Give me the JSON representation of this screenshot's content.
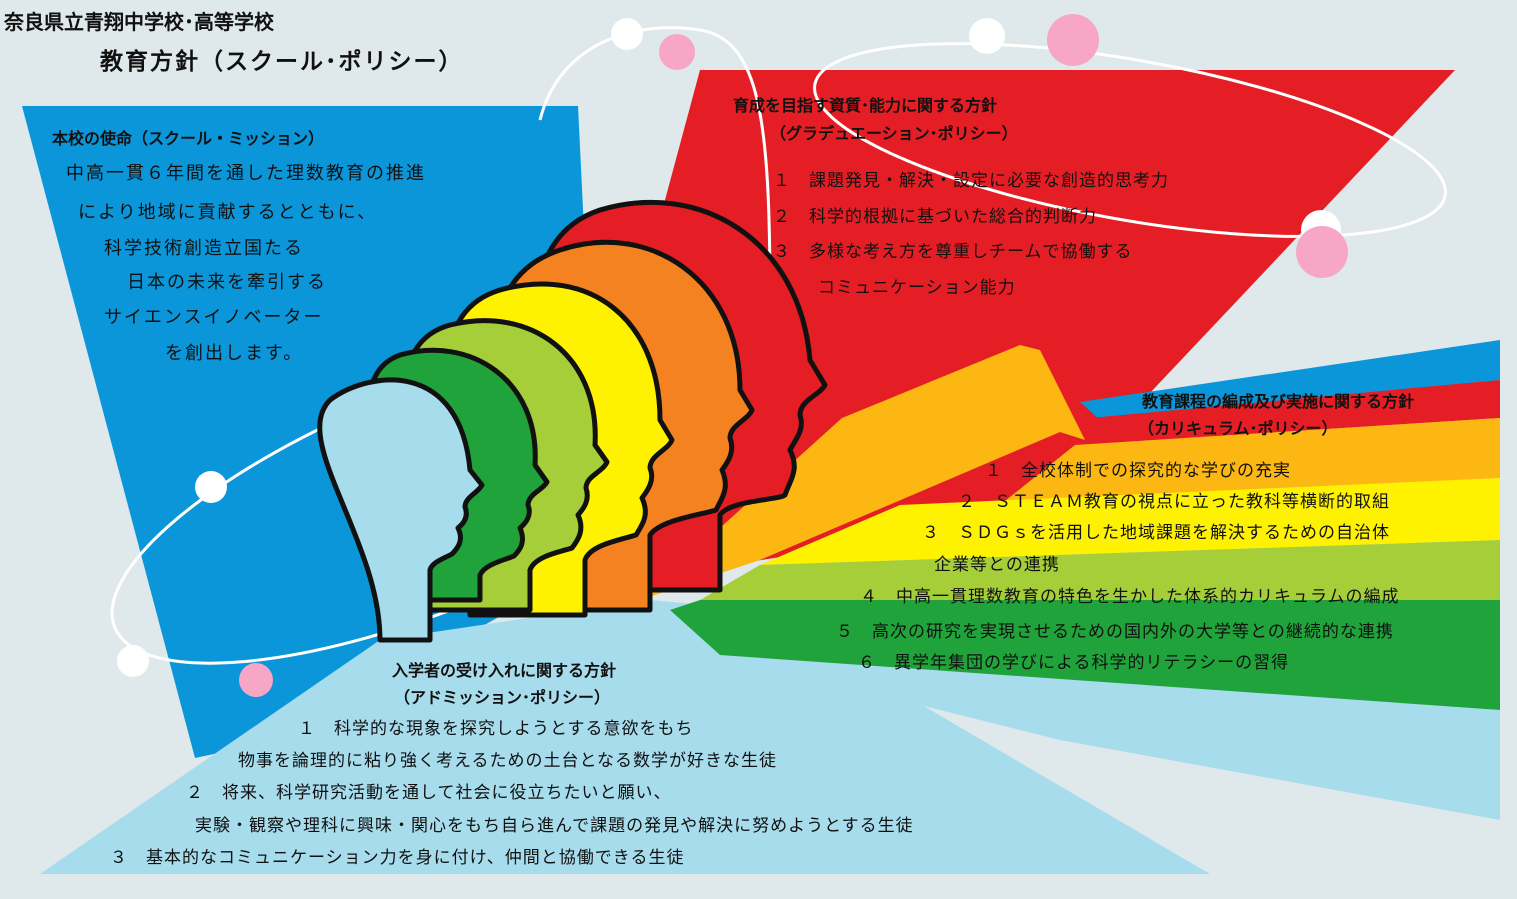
{
  "header": {
    "school": "奈良県立青翔中学校･高等学校",
    "title": "教育方針（スクール･ポリシー）"
  },
  "mission": {
    "heading": "本校の使命（スクール・ミッション）",
    "lines": [
      "中高一貫６年間を通した理数教育の推進",
      "により地域に貢献するとともに、",
      "科学技術創造立国たる",
      "日本の未来を牽引する",
      "サイエンスイノベーター",
      "を創出します。"
    ]
  },
  "graduation": {
    "heading": "育成を目指す資質･能力に関する方針",
    "subheading": "（グラデュエーション･ポリシー）",
    "items": [
      "１　課題発見・解決・設定に必要な創造的思考力",
      "２　科学的根拠に基づいた総合的判断力",
      "３　多様な考え方を尊重しチームで協働する",
      "コミュニケーション能力"
    ]
  },
  "curriculum": {
    "heading": "教育課程の編成及び実施に関する方針",
    "subheading": "（カリキュラム･ポリシー）",
    "items": [
      "１　全校体制での探究的な学びの充実",
      "２　ＳＴＥＡＭ教育の視点に立った教科等横断的取組",
      "３　ＳＤＧｓを活用した地域課題を解決するための自治体",
      "企業等との連携",
      "４　中高一貫理数教育の特色を生かした体系的カリキュラムの編成",
      "５　高次の研究を実現させるための国内外の大学等との継続的な連携",
      "６　異学年集団の学びによる科学的リテラシーの習得"
    ]
  },
  "admission": {
    "heading": "入学者の受け入れに関する方針",
    "subheading": "（アドミッション･ポリシー）",
    "items": [
      "１　科学的な現象を探究しようとする意欲をもち",
      "物事を論理的に粘り強く考えるための土台となる数学が好きな生徒",
      "２　将来、科学研究活動を通して社会に役立ちたいと願い、",
      "実験・観察や理科に興味・関心をもち自ら進んで課題の発見や解決に努めようとする生徒",
      "３　基本的なコミュニケーション力を身に付け、仲間と協働できる生徒"
    ]
  },
  "colors": {
    "background": "#dfe8ea",
    "blue": "#0a96d8",
    "light_blue": "#a7dced",
    "red": "#e51e25",
    "orange": "#f58220",
    "yellow": "#fff200",
    "amber": "#fcb713",
    "lime": "#a6ce39",
    "green": "#1fa33a",
    "pink": "#f7a6c6",
    "white": "#ffffff"
  }
}
